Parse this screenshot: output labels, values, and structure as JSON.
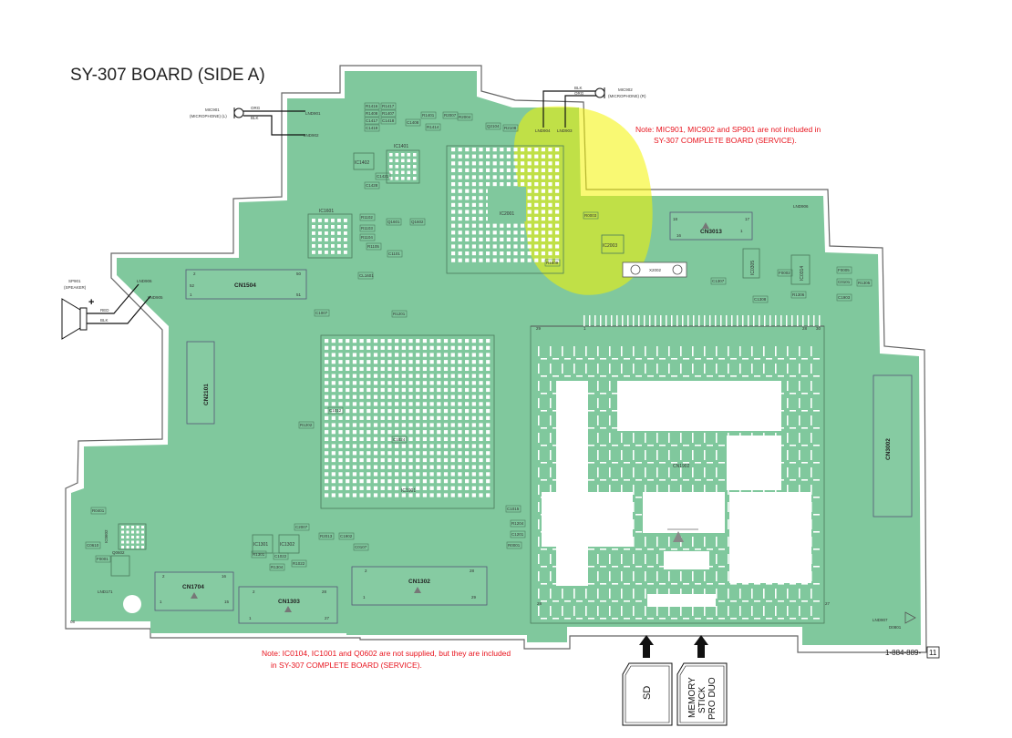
{
  "title": "SY-307 BOARD (SIDE A)",
  "notes": {
    "top": [
      "Note: MIC901, MIC902 and SP901 are not included in",
      "SY-307 COMPLETE BOARD (SERVICE)."
    ],
    "bottom": [
      "Note: IC0104, IC1001 and Q0602 are not supplied, but they are included",
      "in SY-307 COMPLETE BOARD (SERVICE)."
    ]
  },
  "external_parts": {
    "mic901": {
      "name": "MIC901",
      "desc": "(MICROPHONE) (L)",
      "wire1": "ORG",
      "wire2": "BLK",
      "land1": "LND901",
      "land2": "LND902"
    },
    "mic902": {
      "name": "MIC902",
      "desc": "(MICROPHONE) (R)",
      "wire1": "BLK",
      "wire2": "ORG",
      "land1": "LND904",
      "land2": "LND903"
    },
    "sp901": {
      "name": "SP901",
      "desc": "(SPEAKER)",
      "polarity": "+",
      "wire1": "RED",
      "wire2": "BLK",
      "land1": "LND906",
      "land2": "LND905"
    }
  },
  "components": {
    "ic2001": "IC2001",
    "ic1001": "IC1001",
    "ic1601": "IC1601",
    "ic1401": "IC1401",
    "ic1402": "IC1402",
    "ic2003": "IC2003",
    "ic1301": "IC1301",
    "ic1302": "IC1302",
    "ic0305": "IC0305",
    "ic0314": "IC0314",
    "x2002": "X2002",
    "cn1504": "CN1504",
    "cn1704": "CN1704",
    "cn1303": "CN1303",
    "cn1302": "CN1302",
    "cn3013": "CN3013",
    "cn3002": "CN3002",
    "cn2101": "CN2101",
    "cn1902": "CN1902",
    "ic0602": "IC0602",
    "q0602": "Q0602",
    "lnd171": "LND171",
    "lnd906b": "LND906",
    "lnd907": "LND907",
    "d0801": "D0801"
  },
  "small_parts": [
    "R1416",
    "R1417",
    "R1408",
    "R1407",
    "C1417",
    "C1418",
    "C1419",
    "C1408",
    "R1401",
    "R1414",
    "R2007",
    "R2004",
    "Q2104",
    "R2108",
    "C1421",
    "C1428",
    "R1102",
    "R1103",
    "R1104",
    "Q1601",
    "Q1602",
    "R1105",
    "C1101",
    "CL1601",
    "R1201",
    "C1007",
    "C1024",
    "C1012",
    "R1202",
    "C1015",
    "C1201",
    "R1204",
    "R0001",
    "C0610",
    "R0401",
    "F0001",
    "F0002",
    "F0005",
    "C0101",
    "C1903",
    "R1305",
    "R1306",
    "C1307",
    "C1308",
    "R1304",
    "C1022",
    "R1022",
    "R1301",
    "C2007",
    "R2013",
    "C1902",
    "C0107",
    "R1609",
    "R0003"
  ],
  "connector_pins": {
    "cn1504": [
      "2",
      "50",
      "52",
      "1",
      "51"
    ],
    "cn1704": [
      "2",
      "16",
      "1",
      "15"
    ],
    "cn1303": [
      "2",
      "28",
      "1",
      "27"
    ],
    "cn1302": [
      "2",
      "28",
      "1",
      "29"
    ],
    "cn3013": [
      "18",
      "17",
      "16",
      "1"
    ],
    "cn1902": [
      "29",
      "1",
      "28",
      "30",
      "28",
      "27"
    ]
  },
  "footer": {
    "part_number": "1-884-889-",
    "revision": "11",
    "page_code": "08"
  },
  "card_slots": [
    {
      "label": "SD"
    },
    {
      "label_lines": [
        "MEMORY",
        "STICK",
        "PRO DUO"
      ]
    }
  ],
  "colors": {
    "board": "#80c89d",
    "highlight": "#f4f400",
    "note": "#e8141e"
  }
}
